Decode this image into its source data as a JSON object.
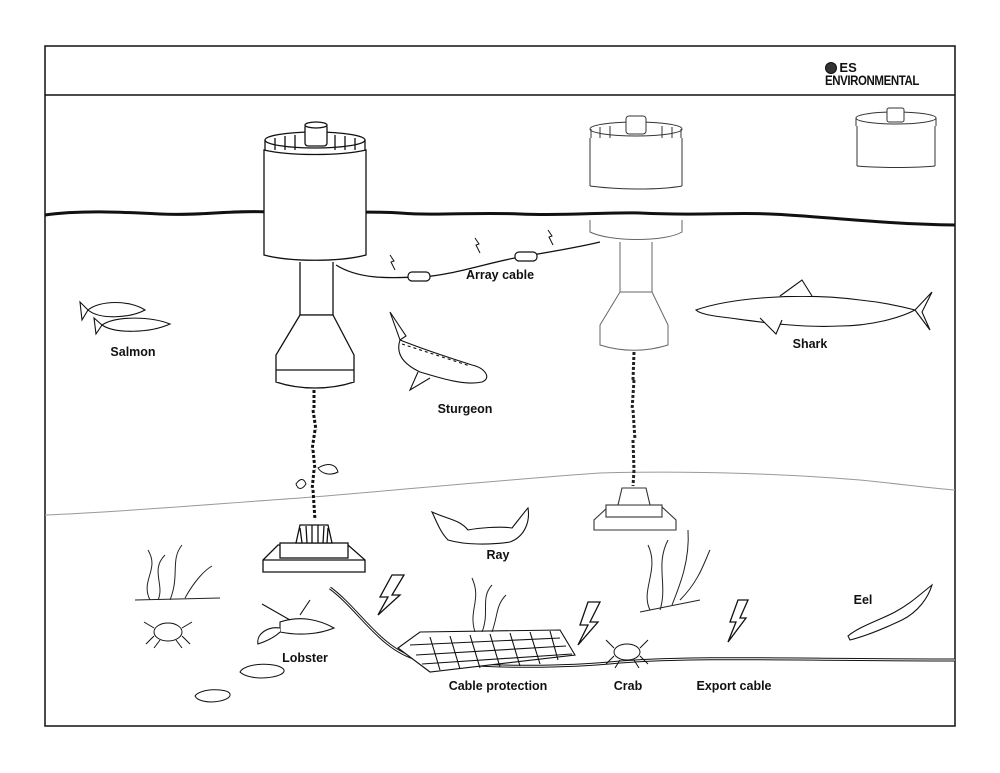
{
  "brand": {
    "logo_line1": "ES",
    "logo_line2": "ENVIRONMENTAL",
    "logo_icon": "globe-icon"
  },
  "labels": {
    "array_cable": "Array cable",
    "salmon": "Salmon",
    "sturgeon": "Sturgeon",
    "shark": "Shark",
    "ray": "Ray",
    "lobster": "Lobster",
    "cable_protection": "Cable protection",
    "crab": "Crab",
    "export_cable": "Export cable",
    "eel": "Eel"
  },
  "colors": {
    "line": "#111111",
    "faint_line": "#999999",
    "background": "#ffffff"
  }
}
